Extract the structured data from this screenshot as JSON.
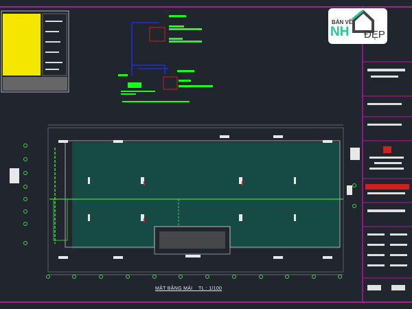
{
  "drawing": {
    "plan_title": "MẶT BẰNG MÁI _ TL : 1/100",
    "logo": {
      "line1": "BẢN VẼ",
      "line2": "NH",
      "line3": "ĐẸP"
    },
    "colors": {
      "background": "#21252d",
      "frame": "#b0189a",
      "roof": "#0e6b5a",
      "axis": "#3ddc3d",
      "annotation": "#19ff19",
      "pipe": "#2030d0",
      "detail": "#d02020"
    }
  }
}
